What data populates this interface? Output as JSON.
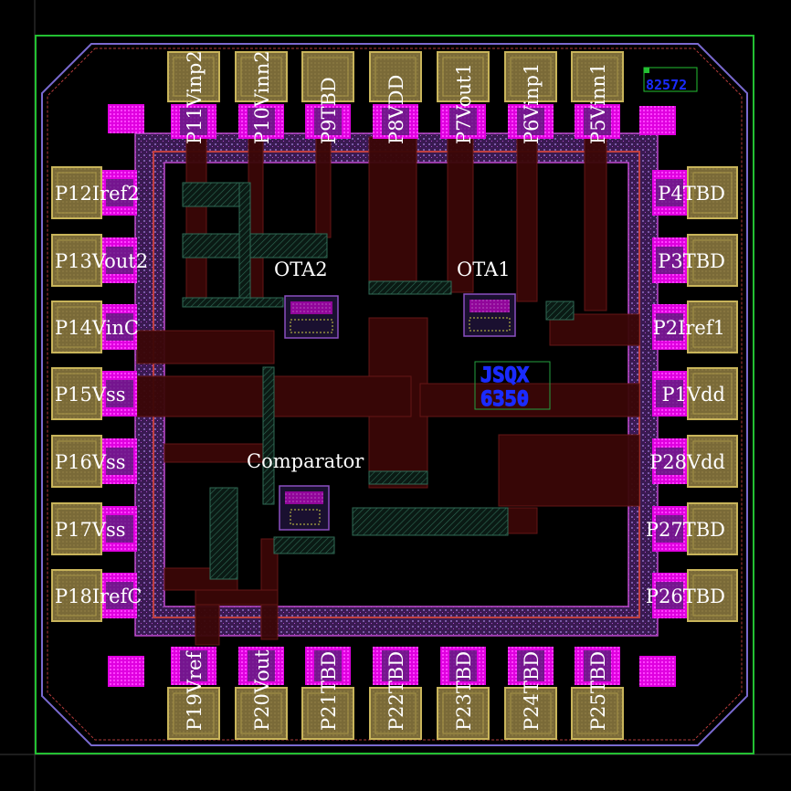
{
  "chip": {
    "top_pins": [
      "P11Vinp2",
      "P10Vinn2",
      "P9TBD",
      "P8VDD",
      "P7Vout1",
      "P6Vinp1",
      "P5Vinn1"
    ],
    "bottom_pins": [
      "P19Vref",
      "P20Vout",
      "P21TBD",
      "P22TBD",
      "P23TBD",
      "P24TBD",
      "P25TBD"
    ],
    "left_pins": [
      "P12Iref2",
      "P13Vout2",
      "P14VinC",
      "P15Vss",
      "P16Vss",
      "P17Vss",
      "P18IrefC"
    ],
    "right_pins": [
      "P4TBD",
      "P3TBD",
      "P2Iref1",
      "P1Vdd",
      "P28Vdd",
      "P27TBD",
      "P26TBD"
    ],
    "blocks": {
      "ota2": "OTA2",
      "ota1": "OTA1",
      "comparator": "Comparator"
    },
    "logo": {
      "line1": "JSQX",
      "line2": "6350"
    },
    "corner_id": "82572"
  },
  "colors": {
    "background": "#000000",
    "boundary": "#23c032",
    "pad_fill": "#7a6a38",
    "pad_border": "#c8b45a",
    "magenta": "#ff00ff",
    "metal_red": "#5a0d0d",
    "ring_violet": "#8a4fc0",
    "logo_blue": "#1a2bff",
    "text": "#ffffff"
  }
}
